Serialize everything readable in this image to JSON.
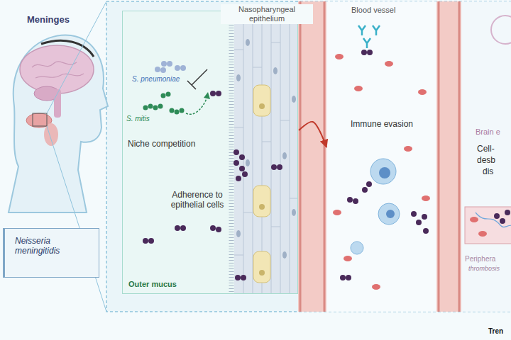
{
  "diagram": {
    "nodes": [
      {
        "text": [
          "Neisseria meningitidis"
        ]
      },
      {
        "text": [
          "Outer mucus"
        ]
      },
      {
        "text": [
          "Nasopharyngeal epithelium"
        ],
        "in": 1
      },
      {
        "text": [
          "Blood vessel"
        ]
      }
    ],
    "edges": [
      {
        "from": 2,
        "to": 3,
        "arrow": "to"
      }
    ],
    "labels": [
      "Meninges",
      "S. pneumoniae",
      "S. mitis",
      "Niche competition",
      "Adherence to epithelial cells",
      "Immune evasion",
      "Brain e",
      "Cell-",
      "desb",
      "dis",
      "Periphera",
      "thrombosis",
      "Tren"
    ]
  }
}
